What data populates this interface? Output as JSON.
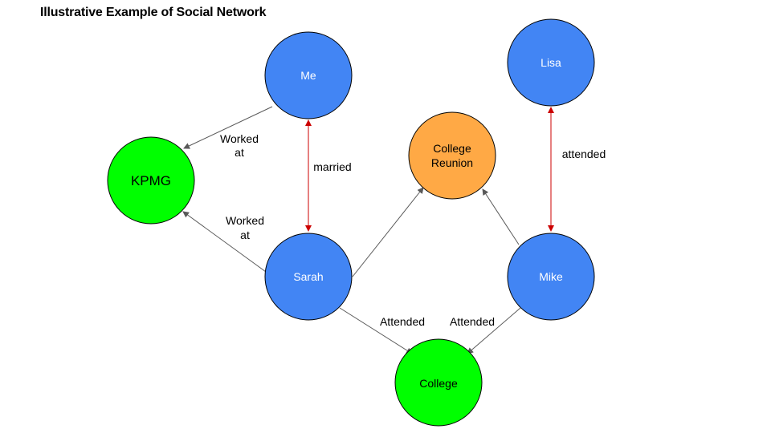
{
  "title": "Illustrative Example of Social Network",
  "colors": {
    "person": "#4285f4",
    "organization": "#00ff00",
    "event": "#ffa945",
    "edge": "#595959",
    "relation": "#cc0000"
  },
  "nodes": {
    "me": {
      "label": "Me",
      "type": "person"
    },
    "lisa": {
      "label": "Lisa",
      "type": "person"
    },
    "kpmg": {
      "label": "KPMG",
      "type": "organization"
    },
    "college_reunion": {
      "label_line1": "College",
      "label_line2": "Reunion",
      "type": "event"
    },
    "sarah": {
      "label": "Sarah",
      "type": "person"
    },
    "mike": {
      "label": "Mike",
      "type": "person"
    },
    "college": {
      "label": "College",
      "type": "organization"
    }
  },
  "edges": {
    "me_kpmg": {
      "label_line1": "Worked",
      "label_line2": "at"
    },
    "me_sarah": {
      "label": "married"
    },
    "sarah_kpmg": {
      "label_line1": "Worked",
      "label_line2": "at"
    },
    "sarah_reunion": {
      "label": ""
    },
    "mike_reunion": {
      "label": ""
    },
    "lisa_mike": {
      "label": "attended"
    },
    "sarah_college": {
      "label": "Attended"
    },
    "mike_college": {
      "label": "Attended"
    }
  }
}
